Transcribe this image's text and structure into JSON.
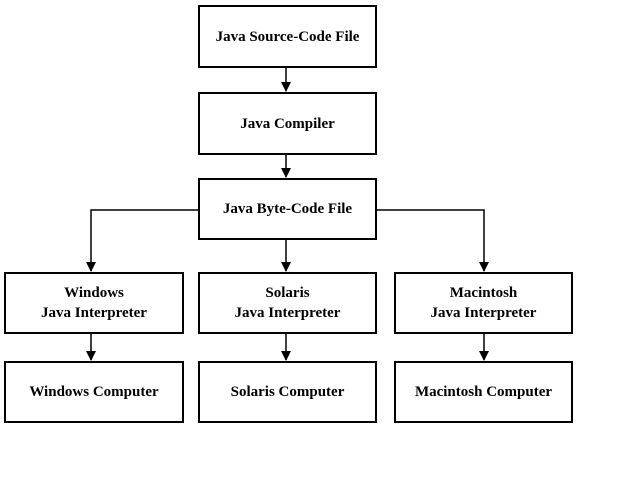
{
  "nodes": {
    "source": {
      "label": "Java Source-Code File"
    },
    "compiler": {
      "label": "Java Compiler"
    },
    "bytecode": {
      "label": "Java Byte-Code File"
    },
    "windows_interpreter": {
      "line1": "Windows",
      "line2": "Java Interpreter"
    },
    "solaris_interpreter": {
      "line1": "Solaris",
      "line2": "Java Interpreter"
    },
    "macintosh_interpreter": {
      "line1": "Macintosh",
      "line2": "Java Interpreter"
    },
    "windows_computer": {
      "label": "Windows Computer"
    },
    "solaris_computer": {
      "label": "Solaris Computer"
    },
    "macintosh_computer": {
      "label": "Macintosh Computer"
    }
  },
  "edges": [
    {
      "from": "source",
      "to": "compiler"
    },
    {
      "from": "compiler",
      "to": "bytecode"
    },
    {
      "from": "bytecode",
      "to": "windows_interpreter"
    },
    {
      "from": "bytecode",
      "to": "solaris_interpreter"
    },
    {
      "from": "bytecode",
      "to": "macintosh_interpreter"
    },
    {
      "from": "windows_interpreter",
      "to": "windows_computer"
    },
    {
      "from": "solaris_interpreter",
      "to": "solaris_computer"
    },
    {
      "from": "macintosh_interpreter",
      "to": "macintosh_computer"
    }
  ],
  "colors": {
    "line": "#000000",
    "box_border": "#000000",
    "background": "#ffffff"
  }
}
